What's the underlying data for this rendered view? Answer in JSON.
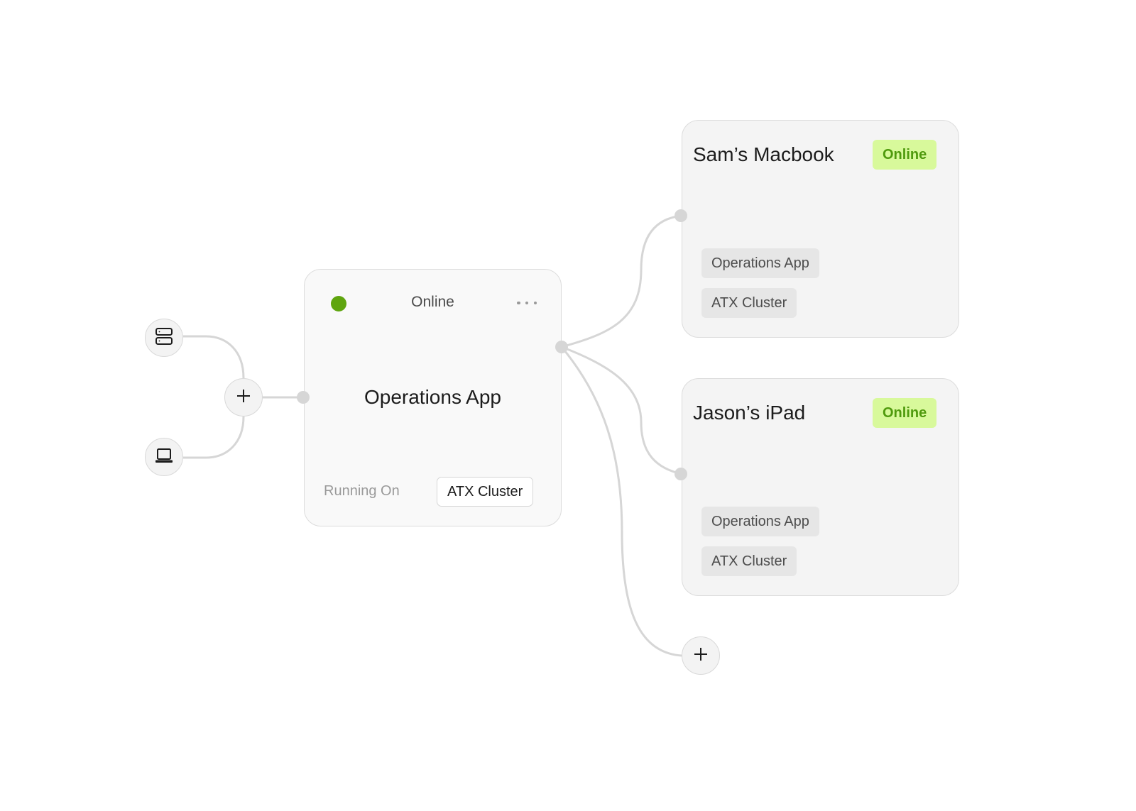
{
  "colors": {
    "online_dot": "#5fa50f",
    "badge_bg": "#d8f99b",
    "badge_text": "#4f9a0d",
    "wire": "#d6d6d6",
    "card_border": "#dcdcdc"
  },
  "inputs": {
    "items": [
      {
        "icon": "server-icon"
      },
      {
        "icon": "laptop-icon"
      }
    ],
    "merge_button": {
      "icon": "plus-icon"
    }
  },
  "main_node": {
    "status": "Online",
    "status_color": "#5fa50f",
    "menu_icon": "more-horizontal-icon",
    "title": "Operations App",
    "running_on_label": "Running On",
    "running_on_value": "ATX Cluster"
  },
  "devices": [
    {
      "name": "Sam’s Macbook",
      "status": "Online",
      "tags": [
        "Operations App",
        "ATX Cluster"
      ]
    },
    {
      "name": "Jason’s iPad",
      "status": "Online",
      "tags": [
        "Operations App",
        "ATX Cluster"
      ]
    }
  ],
  "add_output_button": {
    "icon": "plus-icon"
  }
}
